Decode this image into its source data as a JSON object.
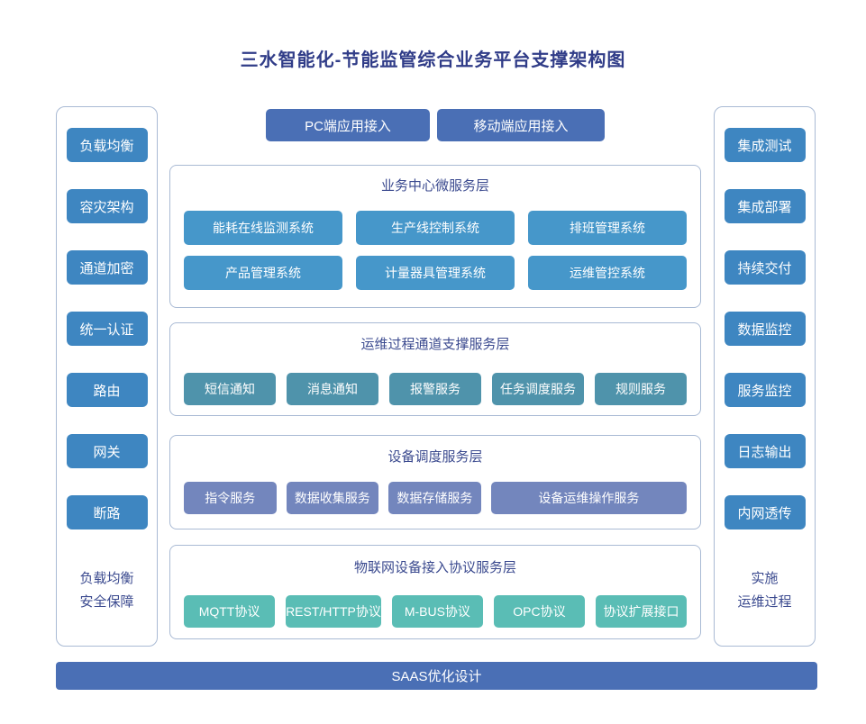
{
  "title": "三水智能化-节能监管综合业务平台支撑架构图",
  "top_buttons": [
    "PC端应用接入",
    "移动端应用接入"
  ],
  "left_sidebar": {
    "items": [
      "负载均衡",
      "容灾架构",
      "通道加密",
      "统一认证",
      "路由",
      "网关",
      "断路"
    ],
    "caption_line1": "负载均衡",
    "caption_line2": "安全保障"
  },
  "right_sidebar": {
    "items": [
      "集成测试",
      "集成部署",
      "持续交付",
      "数据监控",
      "服务监控",
      "日志输出",
      "内网透传"
    ],
    "caption_line1": "实施",
    "caption_line2": "运维过程"
  },
  "layers": [
    {
      "title": "业务中心微服务层",
      "items": [
        "能耗在线监测系统",
        "生产线控制系统",
        "排班管理系统",
        "产品管理系统",
        "计量器具管理系统",
        "运维管控系统"
      ]
    },
    {
      "title": "运维过程通道支撑服务层",
      "items": [
        "短信通知",
        "消息通知",
        "报警服务",
        "任务调度服务",
        "规则服务"
      ]
    },
    {
      "title": "设备调度服务层",
      "items": [
        "指令服务",
        "数据收集服务",
        "数据存储服务",
        "设备运维操作服务"
      ]
    },
    {
      "title": "物联网设备接入协议服务层",
      "items": [
        "MQTT协议",
        "REST/HTTP协议",
        "M-BUS协议",
        "OPC协议",
        "协议扩展接口"
      ]
    }
  ],
  "bottom_bar": {
    "label": "SAAS优化设计"
  },
  "colors": {
    "title_text": "#303c88",
    "section_title_text": "#3b4a8f",
    "container_border": "#a9bad4",
    "sidebar_box": "#3e86c1",
    "layer1_box": "#4697ca",
    "layer2_box": "#4f93ab",
    "layer3_box": "#7386bd",
    "layer4_box": "#5abdb5",
    "accent_bar": "#4a6fb5"
  }
}
